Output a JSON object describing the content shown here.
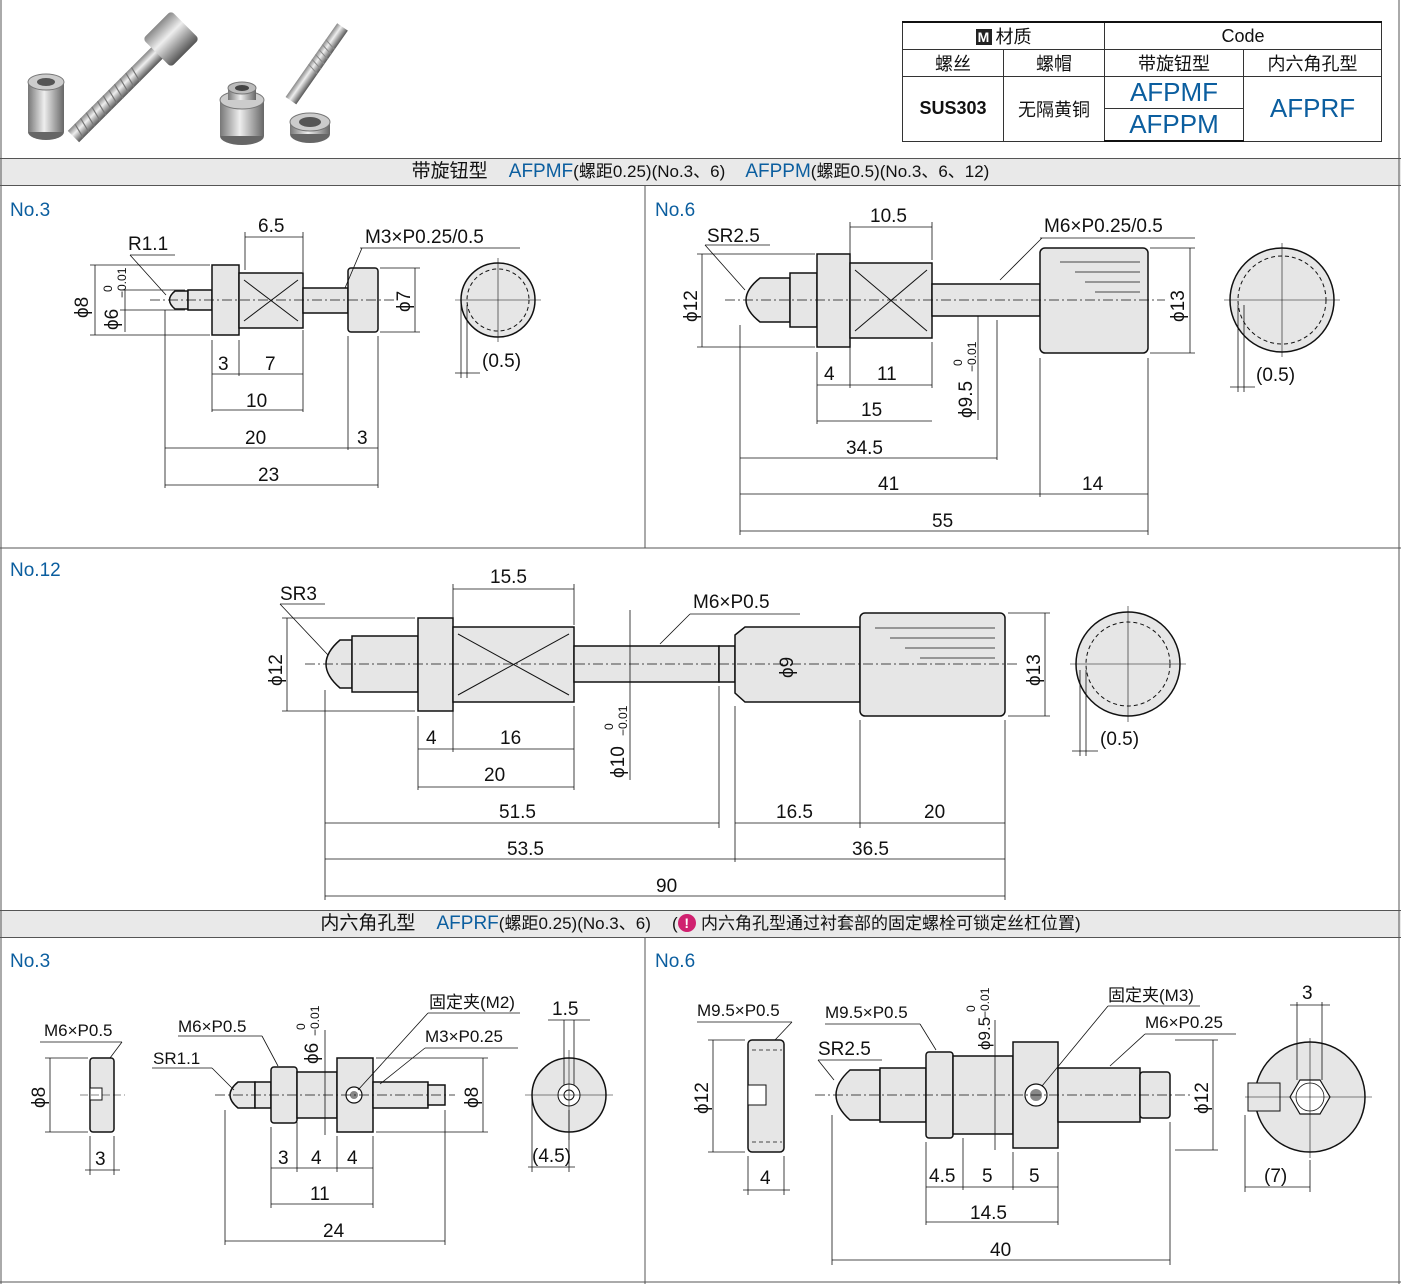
{
  "spec_table": {
    "material_label": "材质",
    "material_icon": "M",
    "code_label": "Code",
    "col_screw": "螺丝",
    "col_nut": "螺帽",
    "col_knob_type": "带旋钮型",
    "col_hex_type": "内六角孔型",
    "screw_material": "SUS303",
    "nut_material": "无隔黄铜",
    "code_knob_1": "AFPMF",
    "code_knob_2": "AFPPM",
    "code_hex": "AFPRF"
  },
  "section_knob": {
    "title": "带旋钮型",
    "code1": "AFPMF",
    "desc1": "(螺距0.25)(No.3、6)",
    "code2": "AFPPM",
    "desc2": "(螺距0.5)(No.3、6、12)"
  },
  "section_hex": {
    "title": "内六角孔型",
    "code": "AFPRF",
    "desc": "(螺距0.25)(No.3、6)",
    "note_open": "(",
    "note_icon": "!",
    "note": "内六角孔型通过衬套部的固定螺栓可锁定丝杠位置)"
  },
  "knob_no3": {
    "title": "No.3",
    "dims": [
      "R1.1",
      "6.5",
      "M3×P0.25/0.5",
      "ϕ8",
      "ϕ6",
      "0",
      "−0.01",
      "ϕ7",
      "3",
      "7",
      "10",
      "20",
      "3",
      "23",
      "(0.5)"
    ]
  },
  "knob_no6": {
    "title": "No.6",
    "dims": [
      "SR2.5",
      "10.5",
      "M6×P0.25/0.5",
      "ϕ12",
      "ϕ13",
      "4",
      "11",
      "ϕ9.5",
      "0",
      "−0.01",
      "15",
      "34.5",
      "41",
      "14",
      "55",
      "(0.5)"
    ]
  },
  "knob_no12": {
    "title": "No.12",
    "dims": [
      "SR3",
      "15.5",
      "M6×P0.5",
      "ϕ12",
      "ϕ9",
      "ϕ13",
      "4",
      "16",
      "ϕ10",
      "0",
      "−0.01",
      "20",
      "51.5",
      "16.5",
      "20",
      "53.5",
      "36.5",
      "90",
      "(0.5)"
    ]
  },
  "hex_no3": {
    "title": "No.3",
    "dims": [
      "M6×P0.5",
      "ϕ8",
      "3",
      "M6×P0.5",
      "SR1.1",
      "ϕ6",
      "0",
      "−0.01",
      "固定夹(M2)",
      "M3×P0.25",
      "ϕ8",
      "3",
      "4",
      "4",
      "11",
      "24",
      "1.5",
      "(4.5)"
    ]
  },
  "hex_no6": {
    "title": "No.6",
    "dims": [
      "M9.5×P0.5",
      "ϕ12",
      "4",
      "M9.5×P0.5",
      "SR2.5",
      "ϕ9.5",
      "0",
      "−0.01",
      "固定夹(M3)",
      "M6×P0.25",
      "ϕ12",
      "4.5",
      "5",
      "5",
      "14.5",
      "40",
      "3",
      "(7)"
    ]
  }
}
